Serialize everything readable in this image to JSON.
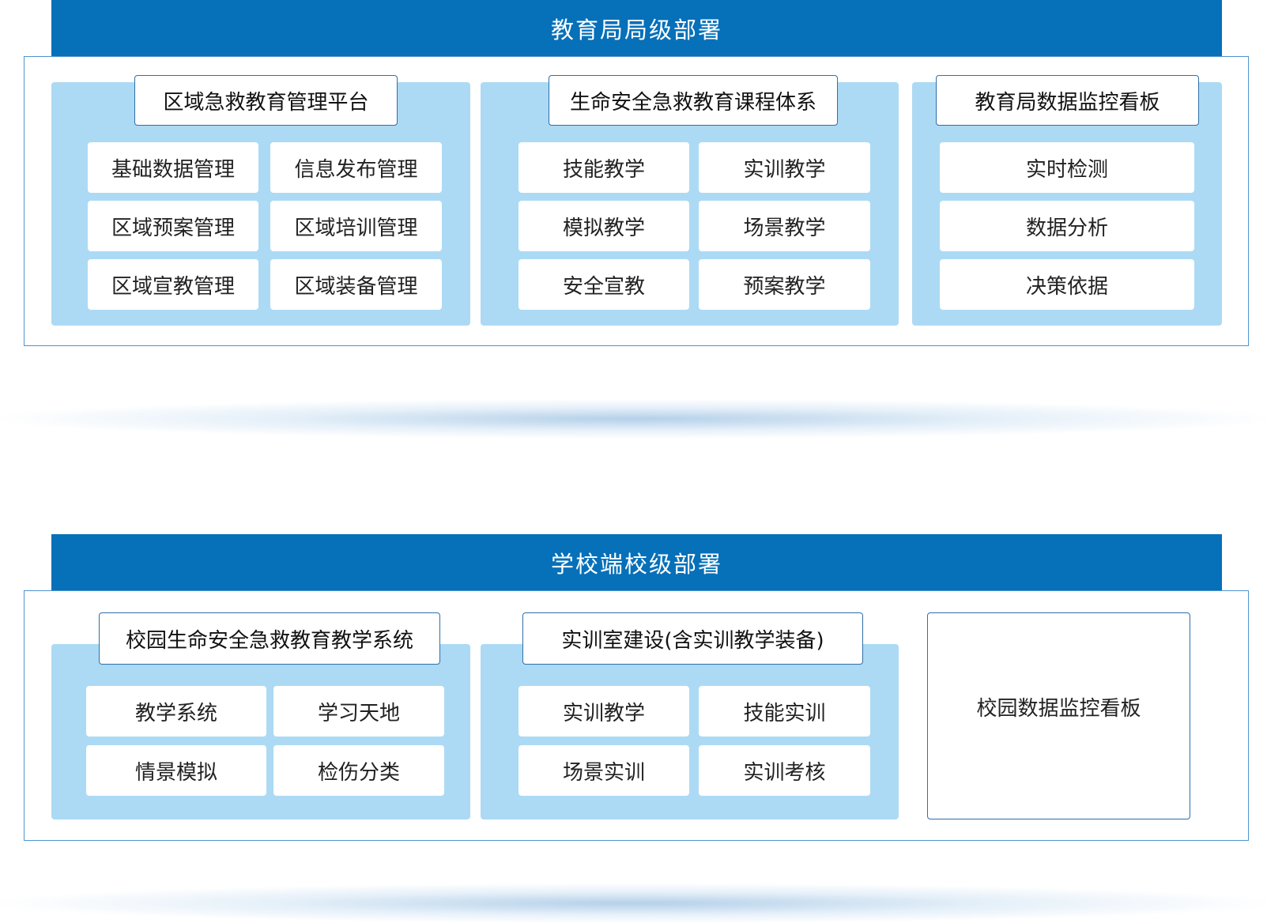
{
  "district": {
    "title": "教育局局级部署",
    "groups": [
      {
        "title": "区域急救教育管理平台",
        "items": [
          "基础数据管理",
          "信息发布管理",
          "区域预案管理",
          "区域培训管理",
          "区域宣教管理",
          "区域装备管理"
        ]
      },
      {
        "title": "生命安全急救教育课程体系",
        "items": [
          "技能教学",
          "实训教学",
          "模拟教学",
          "场景教学",
          "安全宣教",
          "预案教学"
        ]
      },
      {
        "title": "教育局数据监控看板",
        "items": [
          "实时检测",
          "数据分析",
          "决策依据"
        ]
      }
    ]
  },
  "school": {
    "title": "学校端校级部署",
    "groups": [
      {
        "title": "校园生命安全急救教育教学系统",
        "items": [
          "教学系统",
          "学习天地",
          "情景模拟",
          "检伤分类"
        ]
      },
      {
        "title": "实训室建设(含实训教学装备)",
        "items": [
          "实训教学",
          "技能实训",
          "场景实训",
          "实训考核"
        ]
      }
    ],
    "dashboard": "校园数据监控看板"
  },
  "colors": {
    "banner": "#0670b9",
    "panel": "#acdaf4",
    "border": "#2f6fa8"
  }
}
